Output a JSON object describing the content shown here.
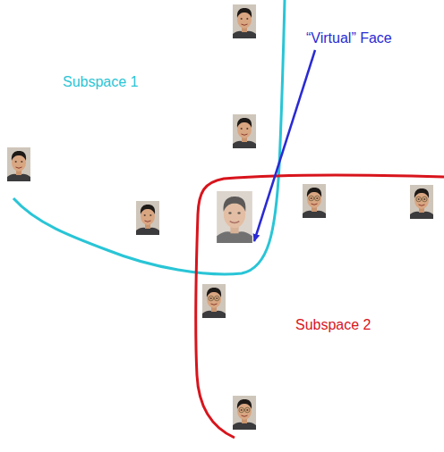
{
  "diagram": {
    "labels": [
      "Subspace 1",
      "“Virtual” Face",
      "Subspace 2"
    ]
  }
}
